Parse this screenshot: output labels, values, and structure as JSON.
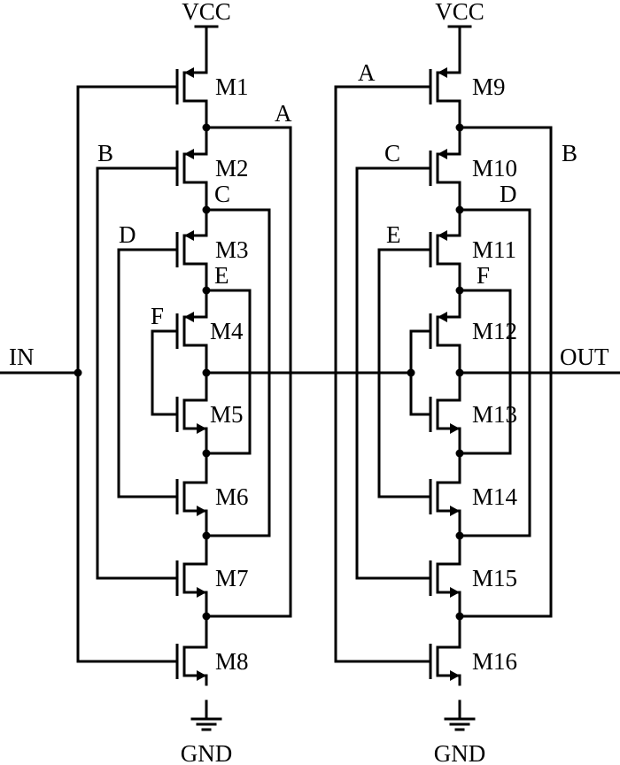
{
  "supply": {
    "vcc": "VCC",
    "gnd": "GND"
  },
  "ports": {
    "in": "IN",
    "out": "OUT"
  },
  "transistors": {
    "m1": "M1",
    "m2": "M2",
    "m3": "M3",
    "m4": "M4",
    "m5": "M5",
    "m6": "M6",
    "m7": "M7",
    "m8": "M8",
    "m9": "M9",
    "m10": "M10",
    "m11": "M11",
    "m12": "M12",
    "m13": "M13",
    "m14": "M14",
    "m15": "M15",
    "m16": "M16"
  },
  "nets": {
    "a": "A",
    "b": "B",
    "c": "C",
    "d": "D",
    "e": "E",
    "f": "F"
  },
  "colors": {
    "ink": "#000000",
    "background": "#ffffff"
  }
}
